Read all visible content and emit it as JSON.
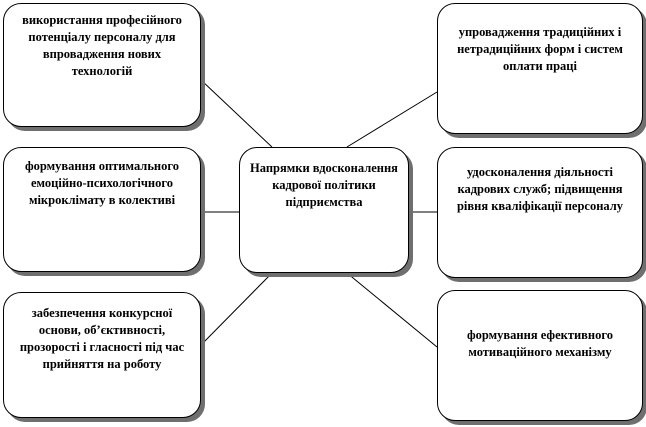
{
  "center": {
    "text": "Напрямки вдосконалення кадрової політики підприємства"
  },
  "boxes": {
    "top_left": "використання професійного потенціалу персоналу для впровадження нових технологій",
    "top_right": "упровадження традиційних і нетрадиційних форм і систем оплати праці",
    "middle_left": "формування оптимального емоційно-психологічного мікроклімату в колективі",
    "middle_right": "удосконалення діяльності кадрових служб; підвищення рівня кваліфікації персоналу",
    "bottom_left": "забезпечення конкурсної основи, об’єктивності, прозорості і гласності під час прийняття на роботу",
    "bottom_right": "формування ефективного мотиваційного механізму"
  },
  "colors": {
    "border": "#000000",
    "shadow": "#6f6f6f",
    "background": "#ffffff"
  }
}
